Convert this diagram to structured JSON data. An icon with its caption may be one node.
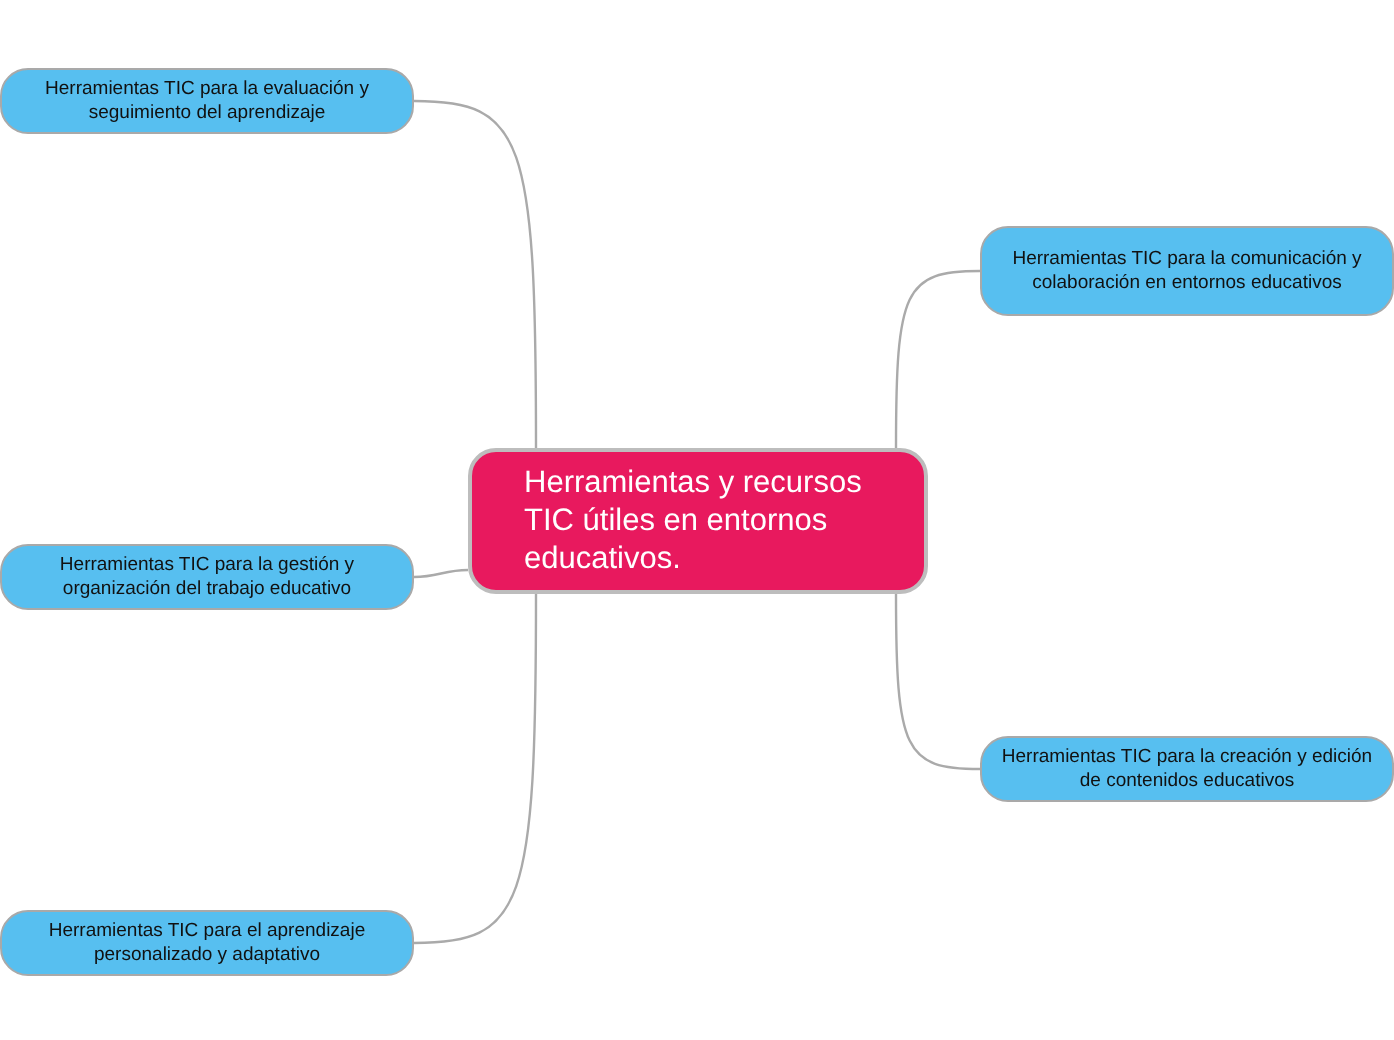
{
  "diagram": {
    "nodes": [
      {
        "text": [
          "Herramientas y recursos TIC útiles en entornos educativos."
        ]
      },
      {
        "text": [
          "Herramientas TIC para la evaluación y seguimiento del aprendizaje"
        ]
      },
      {
        "text": [
          "Herramientas TIC para la comunicación y colaboración en entornos educativos"
        ]
      },
      {
        "text": [
          "Herramientas TIC para la gestión y organización del trabajo educativo"
        ]
      },
      {
        "text": [
          "Herramientas TIC para la creación y edición de contenidos educativos"
        ]
      },
      {
        "text": [
          "Herramientas TIC para el aprendizaje personalizado y adaptativo"
        ]
      }
    ],
    "edges": [
      {
        "from": 0,
        "to": 1,
        "arrow": "none"
      },
      {
        "from": 0,
        "to": 2,
        "arrow": "none"
      },
      {
        "from": 0,
        "to": 3,
        "arrow": "none"
      },
      {
        "from": 0,
        "to": 4,
        "arrow": "none"
      },
      {
        "from": 0,
        "to": 5,
        "arrow": "none"
      }
    ]
  }
}
